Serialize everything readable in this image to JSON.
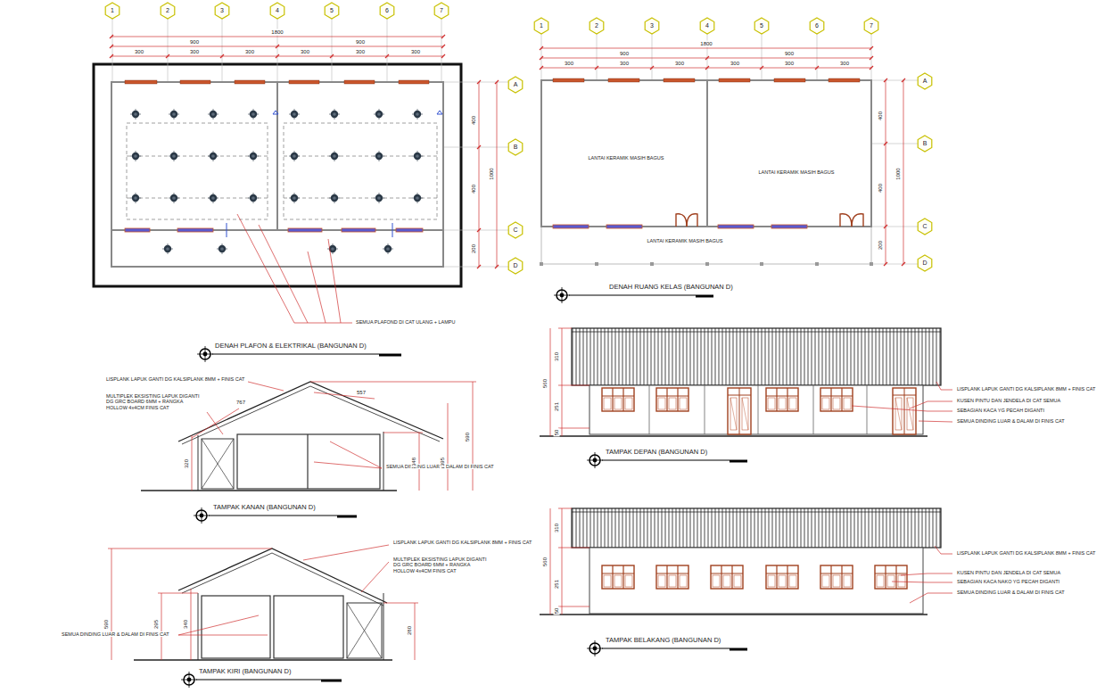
{
  "diagram": {
    "labels": [
      "1",
      "2",
      "3",
      "4",
      "5",
      "6",
      "7",
      "1800",
      "900",
      "900",
      "300",
      "300",
      "300",
      "300",
      "300",
      "300",
      "A",
      "B",
      "C",
      "D",
      "400",
      "400",
      "200",
      "1000",
      "SEMUA PLAFOND DI CAT ULANG + LAMPU",
      "DENAH PLAFON & ELEKTRIKAL (BANGUNAN D)",
      "1",
      "2",
      "3",
      "4",
      "5",
      "6",
      "7",
      "1800",
      "900",
      "900",
      "300",
      "300",
      "300",
      "300",
      "300",
      "300",
      "A",
      "B",
      "C",
      "D",
      "400",
      "400",
      "200",
      "1000",
      "LANTAI KERAMIK MASIH BAGUS",
      "LANTAI KERAMIK MASIH BAGUS",
      "LANTAI KERAMIK MASIH BAGUS",
      "DENAH RUANG KELAS (BANGUNAN D)",
      "LISPLANK LAPUK GANTI DG KALSIPLANK 8MM + FINIS CAT",
      "MULTIPLEK EKSISTING LAPUK DIGANTI DG GRC BOARD 6MM + RANGKA HOLLOW 4x4CM FINIS CAT",
      "767",
      "557",
      "SEMUA DINDING LUAR & DALAM DI FINIS CAT",
      "320",
      "348",
      "395",
      "590",
      "TAMPAK KANAN (BANGUNAN D)",
      "310",
      "560",
      "251",
      "50",
      "LISPLANK LAPUK GANTI DG KALSIPLANK 8MM + FINIS CAT",
      "KUSEN PINTU DAN JENDELA DI CAT SEMUA",
      "SEBAGIAN KACA YG PECAH DIGANTI",
      "SEMUA DINDING LUAR & DALAM DI FINIS CAT",
      "TAMPAK DEPAN (BANGUNAN D)",
      "LISPLANK LAPUK GANTI DG KALSIPLANK 8MM + FINIS CAT",
      "MULTIPLEK EKSISTING LAPUK DIGANTI DG GRC BOARD 6MM + RANGKA HOLLOW 4x4CM FINIS CAT",
      "SEMUA DINDING LUAR & DALAM DI FINIS CAT",
      "590",
      "295",
      "340",
      "280",
      "TAMPAK KIRI (BANGUNAN D)",
      "310",
      "560",
      "251",
      "50",
      "LISPLANK LAPUK GANTI DG KALSIPLANK 8MM + FINIS CAT",
      "KUSEN PINTU DAN JENDELA DI CAT SEMUA",
      "SEBAGIAN KACA NAKO YG PECAH DIGANTI",
      "SEMUA DINDING LUAR & DALAM DI FINIS CAT",
      "TAMPAK BELAKANG (BANGUNAN D)"
    ]
  }
}
